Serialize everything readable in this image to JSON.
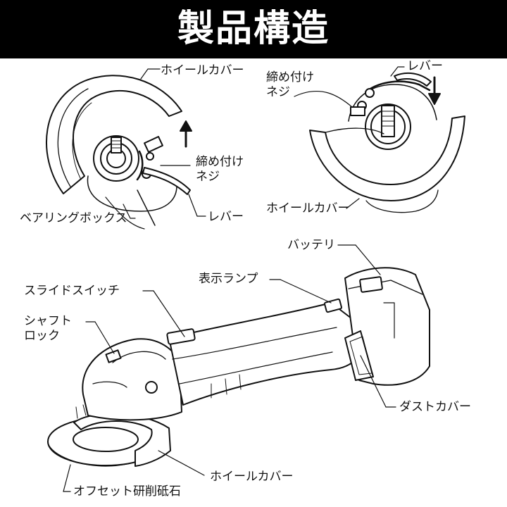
{
  "title": "製品構造",
  "labels": {
    "top_left": {
      "wheel_cover": "ホイールカバー",
      "tightening_screw": [
        "締め付け",
        "ネジ"
      ],
      "bearing_box": "ベアリングボックス",
      "lever": "レバー"
    },
    "top_right": {
      "tightening_screw": [
        "締め付け",
        "ネジ"
      ],
      "lever": "レバー",
      "wheel_cover": "ホイールカバー"
    },
    "bottom": {
      "battery": "バッテリ",
      "indicator_lamp": "表示ランプ",
      "slide_switch": "スライドスイッチ",
      "shaft_lock": [
        "シャフト",
        "ロック"
      ],
      "dust_cover": "ダストカバー",
      "wheel_cover": "ホイールカバー",
      "offset_wheel": "オフセット研削砥石"
    }
  },
  "colors": {
    "header_bg": "#000000",
    "header_text": "#ffffff",
    "line": "#111111"
  }
}
